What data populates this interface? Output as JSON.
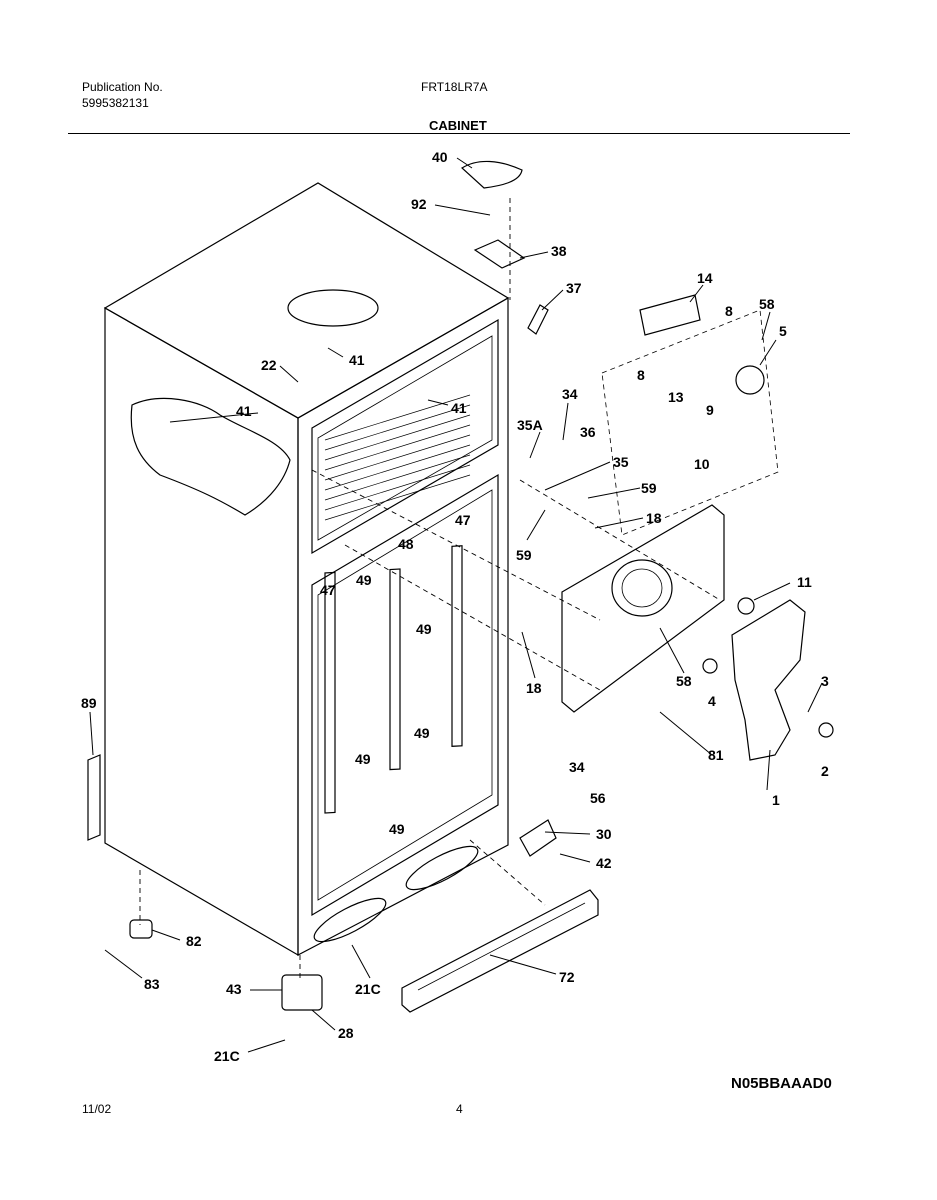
{
  "header": {
    "publication_label": "Publication No.",
    "publication_number": "5995382131",
    "model": "FRT18LR7A",
    "section_title": "CABINET"
  },
  "diagram": {
    "callouts": {
      "c40": "40",
      "c92": "92",
      "c38": "38",
      "c37": "37",
      "c14": "14",
      "c8a": "8",
      "c58a": "58",
      "c5": "5",
      "c8b": "8",
      "c13": "13",
      "c9": "9",
      "c22": "22",
      "c41a": "41",
      "c41b": "41",
      "c41c": "41",
      "c34a": "34",
      "c35A": "35A",
      "c36": "36",
      "c35": "35",
      "c10": "10",
      "c59a": "59",
      "c18a": "18",
      "c59b": "59",
      "c47a": "47",
      "c48": "48",
      "c49a": "49",
      "c47b": "47",
      "c49b": "49",
      "c11": "11",
      "c18b": "18",
      "c58b": "58",
      "c4": "4",
      "c3": "3",
      "c89": "89",
      "c49c": "49",
      "c49d": "49",
      "c81": "81",
      "c2": "2",
      "c1": "1",
      "c34b": "34",
      "c56": "56",
      "c49e": "49",
      "c30": "30",
      "c42": "42",
      "c82": "82",
      "c83": "83",
      "c72": "72",
      "c43": "43",
      "c21Ca": "21C",
      "c28": "28",
      "c21Cb": "21C"
    }
  },
  "footer": {
    "date": "11/02",
    "page": "4",
    "image_code": "N05BBAAAD0"
  }
}
